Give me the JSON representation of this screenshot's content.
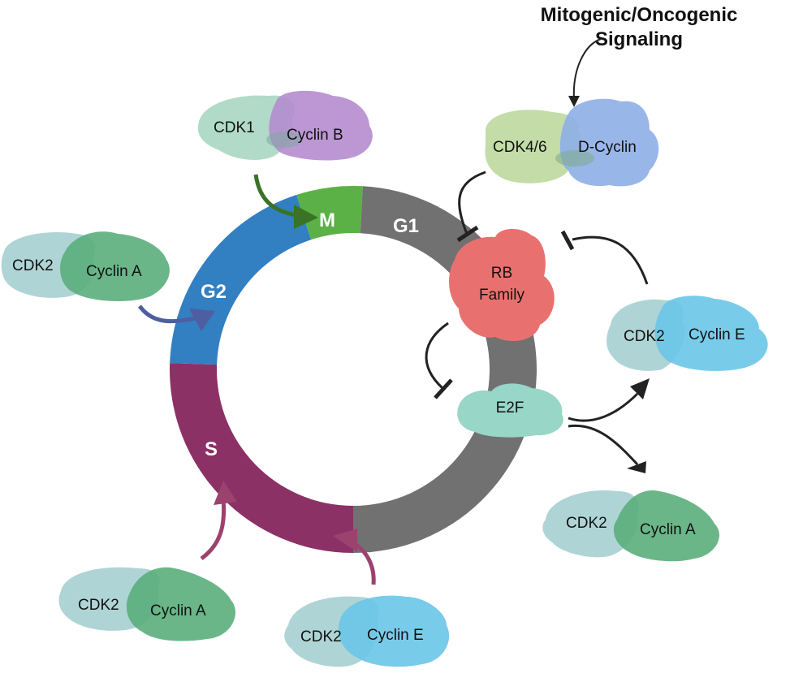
{
  "title": {
    "line1": "Mitogenic/Oncogenic",
    "line2": "Signaling"
  },
  "cycle": {
    "phases": [
      {
        "name": "M",
        "color": "#5cb146"
      },
      {
        "name": "G1",
        "color": "#717171"
      },
      {
        "name": "S",
        "color": "#8b3165"
      },
      {
        "name": "G2",
        "color": "#327fc2"
      }
    ]
  },
  "complexes": {
    "cdk1_cyclinb": {
      "kinase": "CDK1",
      "cyclin": "Cyclin B",
      "kinase_color": "#a8d7c2",
      "cyclin_color": "#b58ccf"
    },
    "cdk46_dcyclin": {
      "kinase": "CDK4/6",
      "cyclin": "D-Cyclin",
      "kinase_color": "#bcd89e",
      "cyclin_color": "#8eaee6"
    },
    "cdk2_cyclina_g2": {
      "kinase": "CDK2",
      "cyclin": "Cyclin A",
      "kinase_color": "#a6cfd1",
      "cyclin_color": "#5aae7c"
    },
    "cdk2_cyclina_s": {
      "kinase": "CDK2",
      "cyclin": "Cyclin A",
      "kinase_color": "#a6cfd1",
      "cyclin_color": "#5aae7c"
    },
    "cdk2_cycline_s": {
      "kinase": "CDK2",
      "cyclin": "Cyclin E",
      "kinase_color": "#a6cfd1",
      "cyclin_color": "#6ac5e8"
    },
    "cdk2_cycline_right": {
      "kinase": "CDK2",
      "cyclin": "Cyclin E",
      "kinase_color": "#a6cfd1",
      "cyclin_color": "#6ac5e8"
    },
    "cdk2_cyclina_right": {
      "kinase": "CDK2",
      "cyclin": "Cyclin A",
      "kinase_color": "#a6cfd1",
      "cyclin_color": "#5aae7c"
    }
  },
  "proteins": {
    "rb": {
      "line1": "RB",
      "line2": "Family",
      "color": "#e8716f"
    },
    "e2f": {
      "label": "E2F",
      "color": "#98d6c8"
    }
  }
}
